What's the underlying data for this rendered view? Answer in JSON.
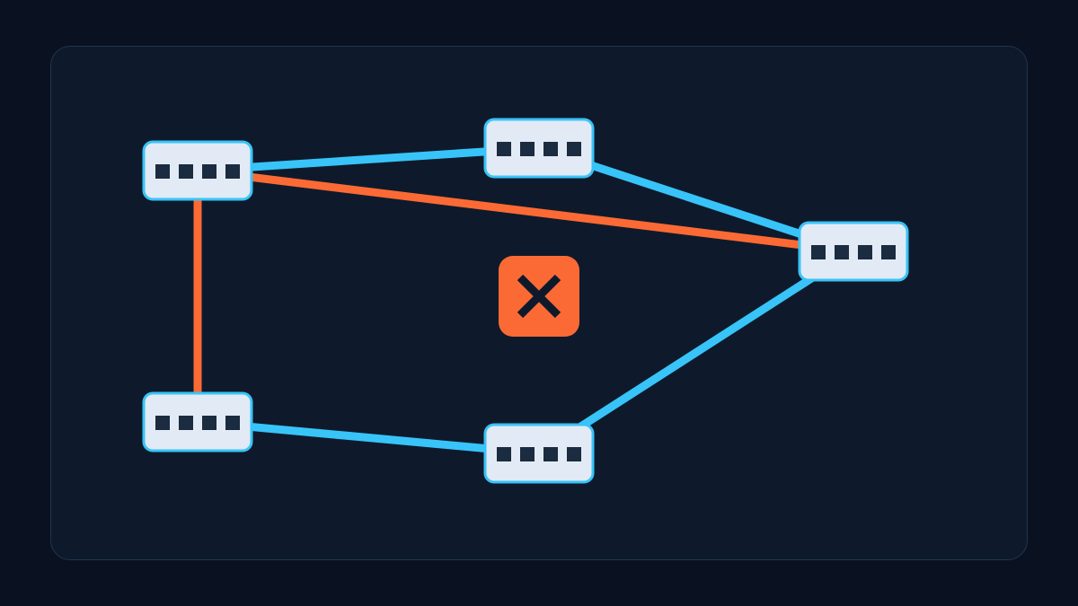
{
  "colors": {
    "page_background": "#0a1120",
    "panel_background": "#0e1a2b",
    "panel_border": "#1f3552",
    "link_ok": "#38c4f8",
    "link_failed": "#fb6a35",
    "node_fill": "#e2eaf5",
    "node_border": "#38c4f8",
    "port": "#1b2b40",
    "alert_fill": "#fb6a35",
    "alert_glyph": "#0e1a2b"
  },
  "diagram": {
    "type": "network-topology",
    "nodes": [
      {
        "id": "switch-top-left",
        "icon": "network-switch-icon",
        "ports": 4
      },
      {
        "id": "switch-top-middle",
        "icon": "network-switch-icon",
        "ports": 4
      },
      {
        "id": "switch-right",
        "icon": "network-switch-icon",
        "ports": 4
      },
      {
        "id": "switch-bottom-left",
        "icon": "network-switch-icon",
        "ports": 4
      },
      {
        "id": "switch-bottom-middle",
        "icon": "network-switch-icon",
        "ports": 4
      }
    ],
    "links": [
      {
        "from": "switch-top-left",
        "to": "switch-top-middle",
        "status": "ok"
      },
      {
        "from": "switch-top-middle",
        "to": "switch-right",
        "status": "ok"
      },
      {
        "from": "switch-top-left",
        "to": "switch-right",
        "status": "failed"
      },
      {
        "from": "switch-top-left",
        "to": "switch-bottom-left",
        "status": "failed"
      },
      {
        "from": "switch-bottom-left",
        "to": "switch-bottom-middle",
        "status": "ok"
      },
      {
        "from": "switch-bottom-middle",
        "to": "switch-right",
        "status": "ok"
      }
    ],
    "alert": {
      "icon": "close-x-icon",
      "status": "error"
    }
  }
}
